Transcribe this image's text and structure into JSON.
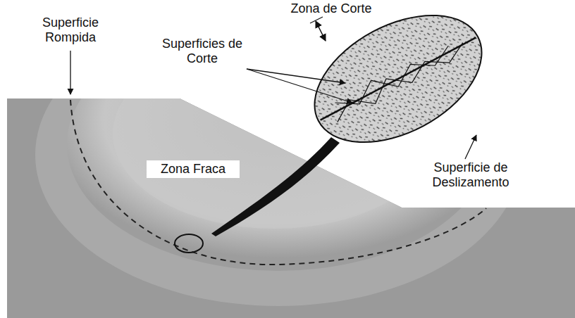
{
  "diagram": {
    "labels": [
      "Zona de Corte",
      "Superficie Rompida",
      "Superficies de Corte",
      "Zona Fraca",
      "Superficie de Deslizamento"
    ]
  }
}
